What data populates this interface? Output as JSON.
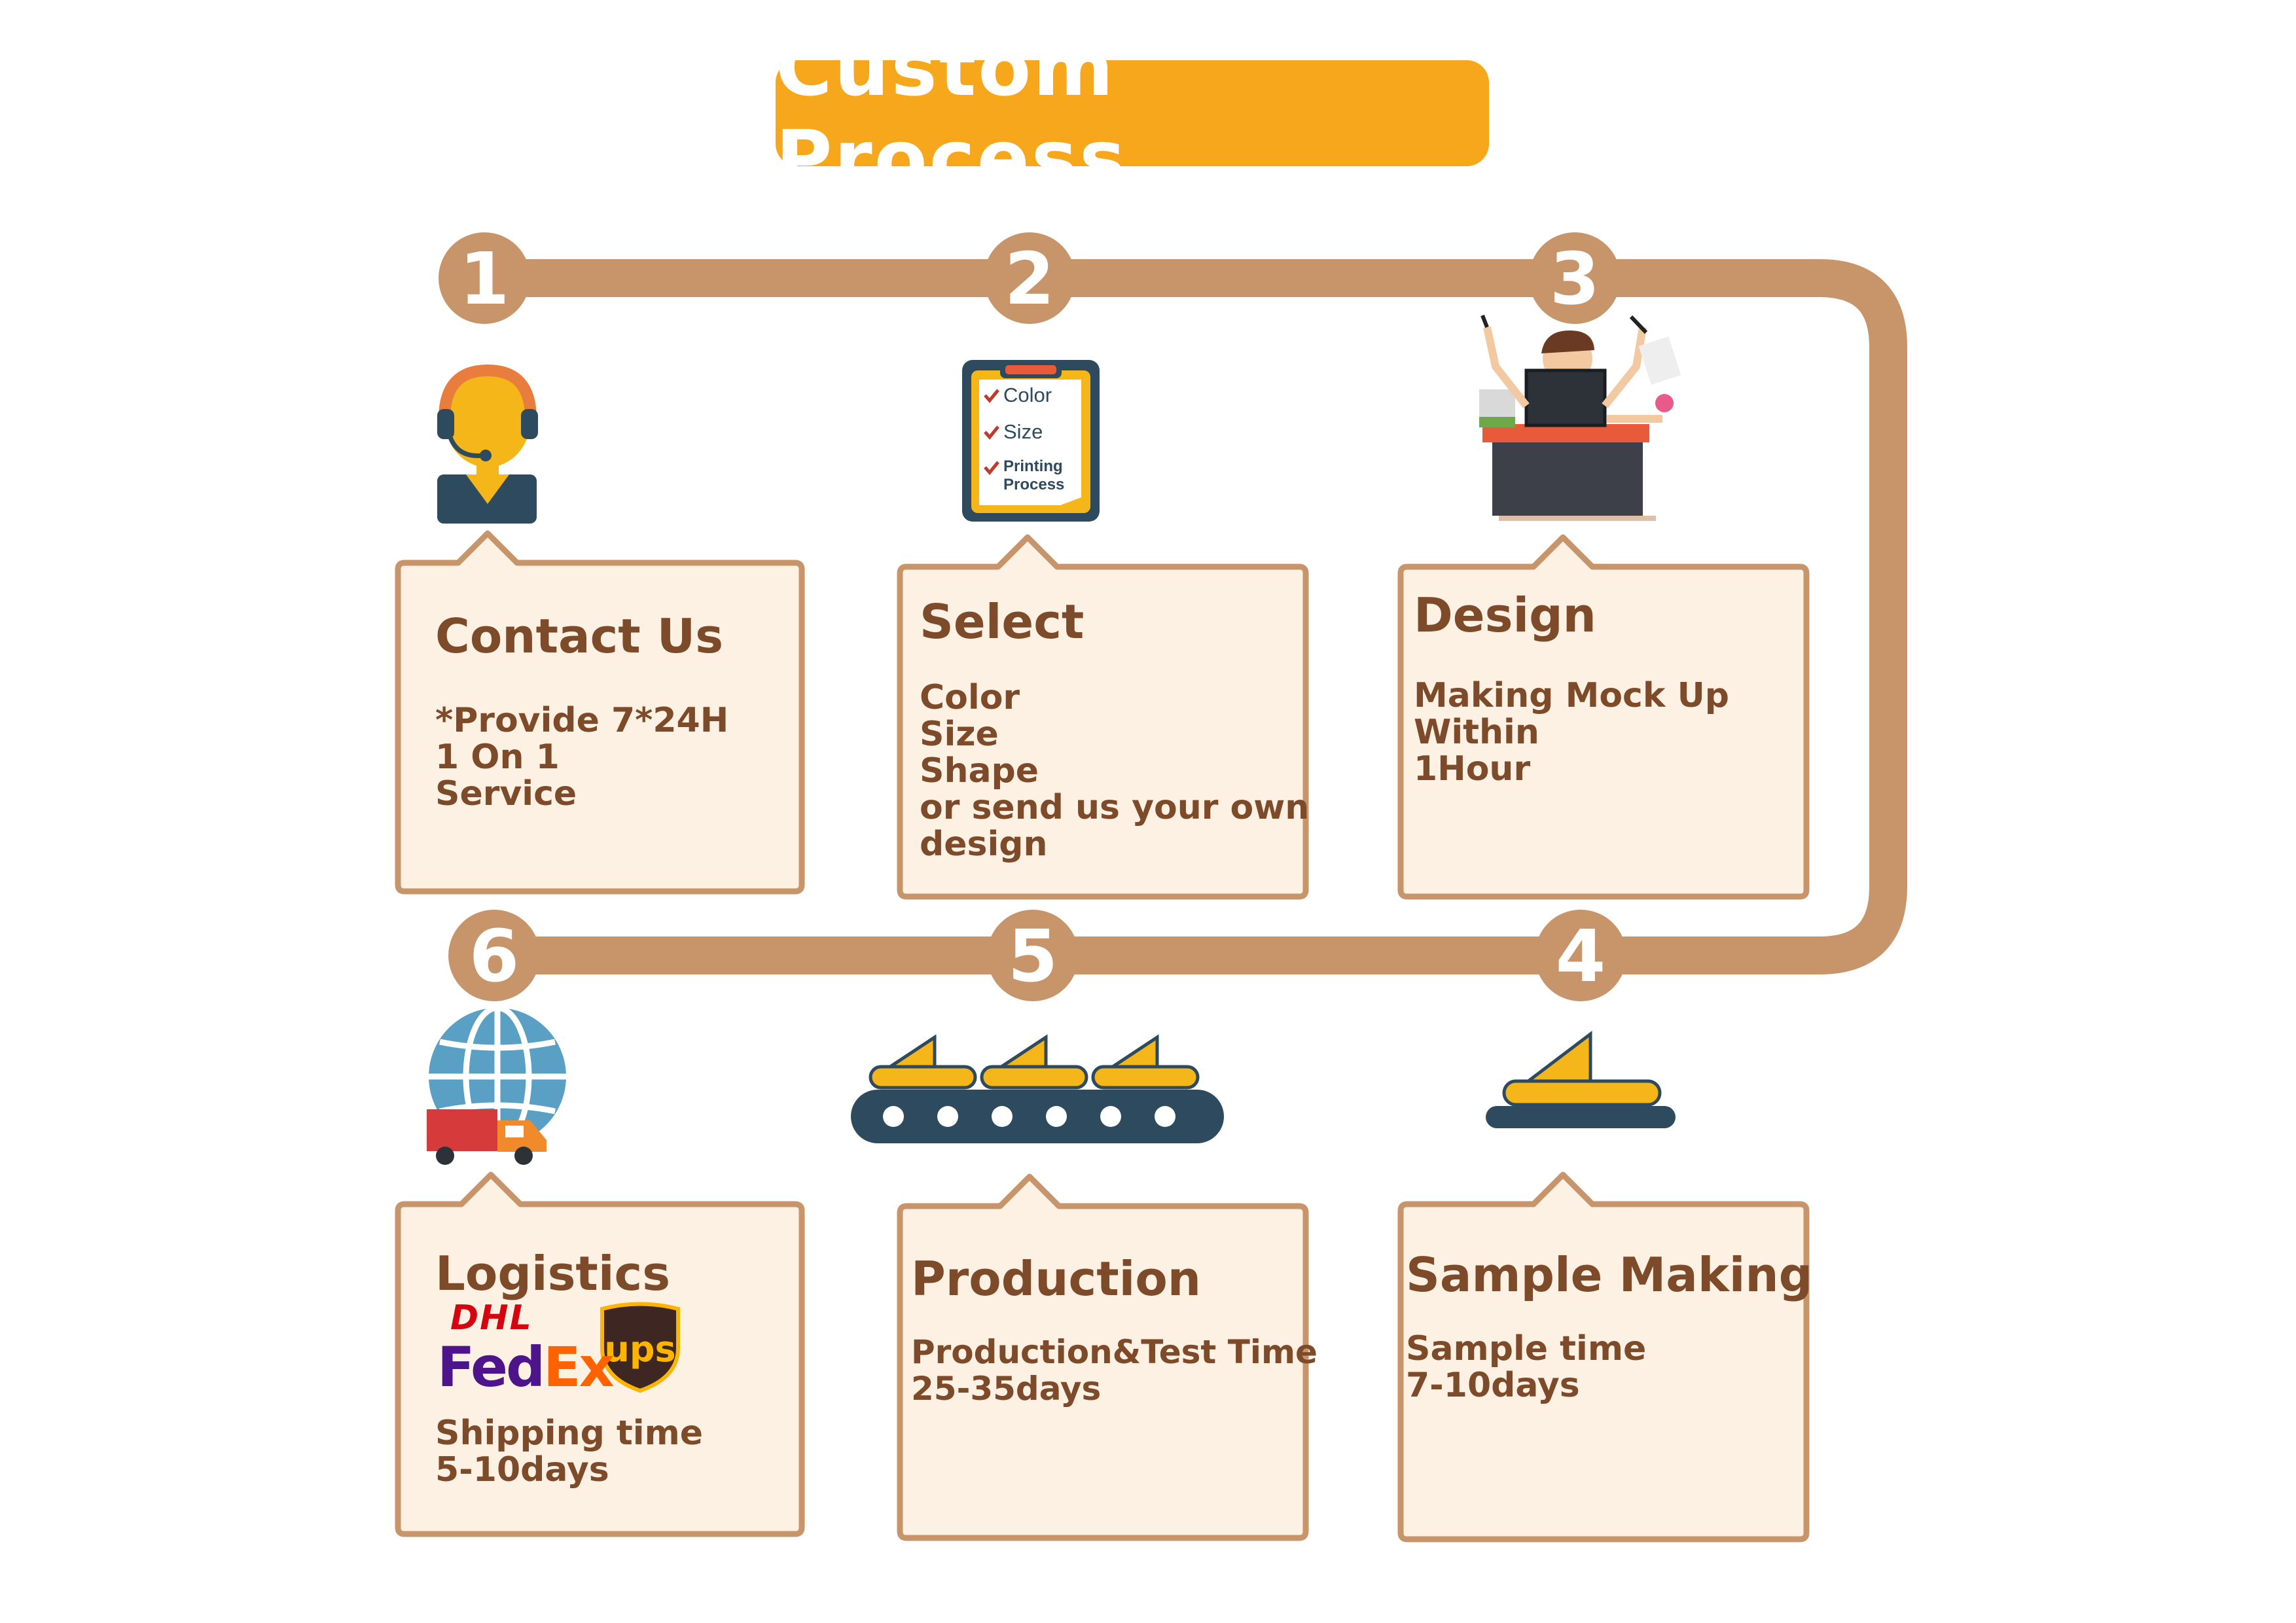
{
  "title": "Custom Process",
  "colors": {
    "accent": "#f7a71b",
    "track": "#c8956b",
    "card_border": "#c8956b",
    "card_fill": "#fdf1e4",
    "text": "#7d4a2a"
  },
  "steps": [
    {
      "number": "1",
      "title": "Contact Us",
      "lines": [
        "*Provide 7*24H",
        "1 On 1",
        "Service"
      ],
      "icon": "customer-service-headset-icon"
    },
    {
      "number": "2",
      "title": "Select",
      "lines": [
        "Color",
        "Size",
        "Shape",
        "or send us your own",
        "design"
      ],
      "icon": "clipboard-checklist-icon",
      "icon_text": [
        "Color",
        "Size",
        "Printing",
        "Process"
      ]
    },
    {
      "number": "3",
      "title": "Design",
      "lines": [
        "Making Mock Up",
        "Within",
        "1Hour"
      ],
      "icon": "designer-at-desk-icon"
    },
    {
      "number": "4",
      "title": "Sample Making",
      "lines": [
        "Sample time",
        "7-10days"
      ],
      "icon": "single-conveyor-icon"
    },
    {
      "number": "5",
      "title": "Production",
      "lines": [
        "Production&Test Time",
        "25-35days"
      ],
      "icon": "conveyor-belt-icon"
    },
    {
      "number": "6",
      "title": "Logistics",
      "lines": [
        "Shipping time",
        "5-10days"
      ],
      "icon": "globe-truck-icon"
    }
  ],
  "carriers": {
    "dhl": "DHL",
    "fedex_fed": "Fed",
    "fedex_ex": "Ex",
    "ups": "ups"
  }
}
